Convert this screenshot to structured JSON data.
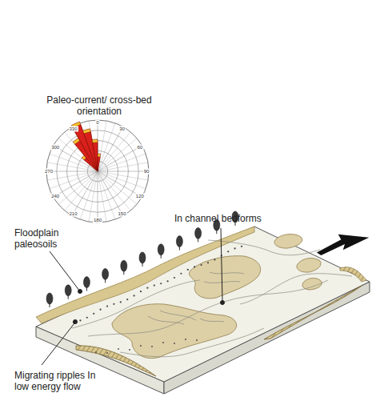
{
  "diagram": {
    "labels": [
      "Paleo-current/ cross-bed orientation",
      "In channel bedforms",
      "Floodplain paleosoils",
      "Migrating ripples In low energy flow",
      "0",
      "30",
      "60",
      "90",
      "120",
      "150",
      "180",
      "210",
      "240",
      "270",
      "300",
      "330"
    ]
  }
}
